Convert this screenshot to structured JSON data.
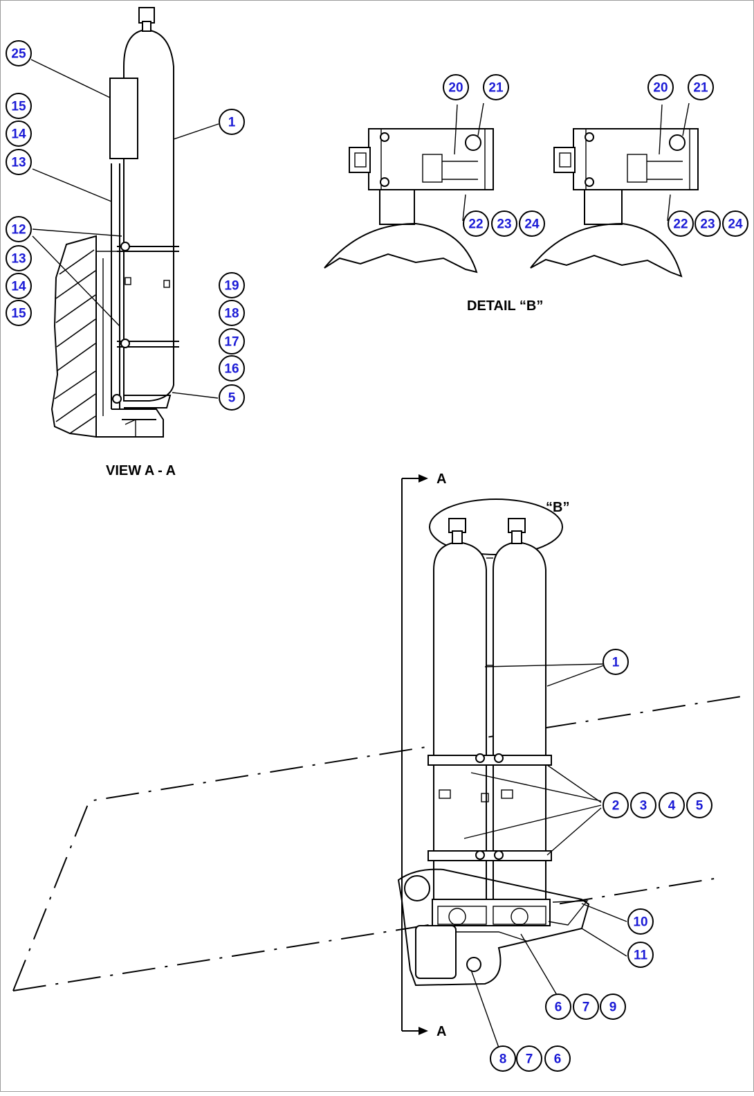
{
  "labels": {
    "view_aa": "VIEW A - A",
    "detail_b": "DETAIL “B”",
    "callout_b": "“B”",
    "section_top": "A",
    "section_bottom": "A"
  },
  "callouts": {
    "view_aa": [
      "25",
      "15",
      "14",
      "13",
      "12",
      "13",
      "14",
      "15",
      "1",
      "19",
      "18",
      "17",
      "16",
      "5"
    ],
    "detail_left": [
      "20",
      "21",
      "22",
      "23",
      "24"
    ],
    "detail_right": [
      "20",
      "21",
      "22",
      "23",
      "24"
    ],
    "main_view": [
      "1",
      "2",
      "3",
      "4",
      "5",
      "10",
      "11",
      "6",
      "7",
      "9",
      "8",
      "7",
      "6"
    ]
  },
  "colors": {
    "balloon_text": "#1a1ad6",
    "line": "#000000",
    "frame": "#9a9a9a"
  }
}
